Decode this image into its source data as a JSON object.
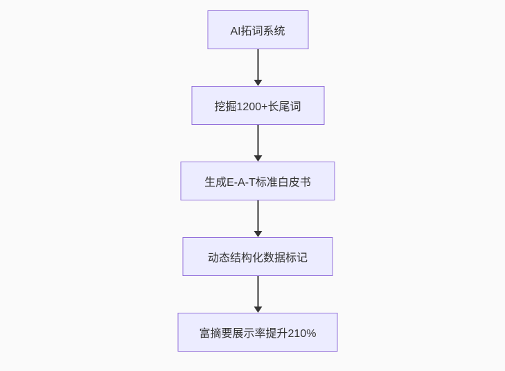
{
  "diagram": {
    "type": "flowchart",
    "direction": "top-down",
    "background": "#fafafa",
    "node_style": {
      "fill": "#ECECFF",
      "border": "#9370DB",
      "text_color": "#333333"
    },
    "arrow_color": "#333333",
    "nodes": [
      {
        "label": "AI拓词系统"
      },
      {
        "label": "挖掘1200+长尾词"
      },
      {
        "label": "生成E-A-T标准白皮书"
      },
      {
        "label": "动态结构化数据标记"
      },
      {
        "label": "富摘要展示率提升210%"
      }
    ],
    "edges": [
      {
        "from": "AI拓词系统",
        "to": "挖掘1200+长尾词"
      },
      {
        "from": "挖掘1200+长尾词",
        "to": "生成E-A-T标准白皮书"
      },
      {
        "from": "生成E-A-T标准白皮书",
        "to": "动态结构化数据标记"
      },
      {
        "from": "动态结构化数据标记",
        "to": "富摘要展示率提升210%"
      }
    ]
  }
}
